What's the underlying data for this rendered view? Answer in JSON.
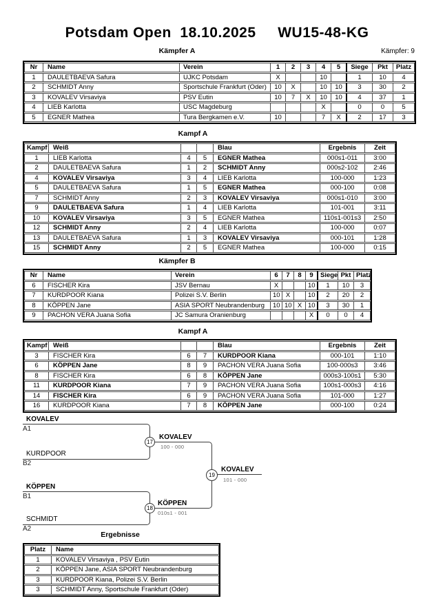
{
  "header": {
    "title": "Potsdam Open  18.10.2025     WU15-48-KG",
    "fighters_count": "Kämpfer: 9"
  },
  "pool_a": {
    "heading": "Kämpfer A",
    "table": {
      "headers": [
        "Nr",
        "Name",
        "Verein",
        "1",
        "2",
        "3",
        "4",
        "5",
        "Siege",
        "Pkt",
        "Platz"
      ],
      "rows": [
        [
          "1",
          "DAULETBAEVA Safura",
          "UJKC Potsdam",
          "X",
          "",
          "",
          "10",
          "",
          "1",
          "10",
          "4"
        ],
        [
          "2",
          "SCHMIDT Anny",
          "Sportschule Frankfurt (Oder)",
          "10",
          "X",
          "",
          "10",
          "10",
          "3",
          "30",
          "2"
        ],
        [
          "3",
          "KOVALEV  Virsaviya",
          "PSV Eutin",
          "10",
          "7",
          "X",
          "10",
          "10",
          "4",
          "37",
          "1"
        ],
        [
          "4",
          "LIEB Karlotta",
          "USC Magdeburg",
          "",
          "",
          "",
          "X",
          "",
          "0",
          "0",
          "5"
        ],
        [
          "5",
          "EGNER Mathea",
          "Tura Bergkamen e.V.",
          "10",
          "",
          "",
          "7",
          "X",
          "2",
          "17",
          "3"
        ]
      ]
    }
  },
  "bouts_a1": {
    "heading": "Kampf A",
    "table": {
      "headers": [
        "Kampf",
        "Weiß",
        "",
        "",
        "Blau",
        "Ergebnis",
        "Zeit"
      ],
      "rows": [
        [
          "1",
          "LIEB Karlotta",
          "4",
          "5",
          {
            "t": "EGNER Mathea",
            "b": 1
          },
          "000s1-011",
          "3:00"
        ],
        [
          "2",
          "DAULETBAEVA Safura",
          "1",
          "2",
          {
            "t": "SCHMIDT Anny",
            "b": 1
          },
          "000s2-102",
          "2:46"
        ],
        [
          "4",
          {
            "t": "KOVALEV  Virsaviya",
            "b": 1
          },
          "3",
          "4",
          "LIEB Karlotta",
          "100-000",
          "1:23"
        ],
        [
          "5",
          "DAULETBAEVA Safura",
          "1",
          "5",
          {
            "t": "EGNER Mathea",
            "b": 1
          },
          "000-100",
          "0:08"
        ],
        [
          "7",
          "SCHMIDT Anny",
          "2",
          "3",
          {
            "t": "KOVALEV  Virsaviya",
            "b": 1
          },
          "000s1-010",
          "3:00"
        ],
        [
          "9",
          {
            "t": "DAULETBAEVA  Safura",
            "b": 1
          },
          "1",
          "4",
          "LIEB Karlotta",
          "101-001",
          "3:11"
        ],
        [
          "10",
          {
            "t": "KOVALEV  Virsaviya",
            "b": 1
          },
          "3",
          "5",
          "EGNER Mathea",
          "110s1-001s3",
          "2:50"
        ],
        [
          "12",
          {
            "t": "SCHMIDT Anny",
            "b": 1
          },
          "2",
          "4",
          "LIEB Karlotta",
          "100-000",
          "0:07"
        ],
        [
          "13",
          "DAULETBAEVA Safura",
          "1",
          "3",
          {
            "t": "KOVALEV  Virsaviya",
            "b": 1
          },
          "000-101",
          "1:28"
        ],
        [
          "15",
          {
            "t": "SCHMIDT Anny",
            "b": 1
          },
          "2",
          "5",
          "EGNER Mathea",
          "100-000",
          "0:15"
        ]
      ]
    }
  },
  "pool_b": {
    "heading": "Kämpfer B",
    "table": {
      "headers": [
        "Nr",
        "Name",
        "Verein",
        "6",
        "7",
        "8",
        "9",
        "Siege",
        "Pkt",
        "Platz"
      ],
      "rows": [
        [
          "6",
          "FISCHER Kira",
          "JSV Bernau",
          "X",
          "",
          "",
          "10",
          "1",
          "10",
          "3"
        ],
        [
          "7",
          "KURDPOOR Kiana",
          "Polizei S.V. Berlin",
          "10",
          "X",
          "",
          "10",
          "2",
          "20",
          "2"
        ],
        [
          "8",
          "KÖPPEN Jane",
          "ASIA SPORT Neubrandenburg",
          "10",
          "10",
          "X",
          "10",
          "3",
          "30",
          "1"
        ],
        [
          "9",
          "PACHON VERA Juana Sofia",
          "JC Samura Oranienburg",
          "",
          "",
          "",
          "X",
          "0",
          "0",
          "4"
        ]
      ]
    }
  },
  "bouts_a2": {
    "heading": "Kampf A",
    "table": {
      "headers": [
        "Kampf",
        "Weiß",
        "",
        "",
        "Blau",
        "Ergebnis",
        "Zeit"
      ],
      "rows": [
        [
          "3",
          "FISCHER Kira",
          "6",
          "7",
          {
            "t": "KURDPOOR Kiana",
            "b": 1
          },
          "000-101",
          "1:10"
        ],
        [
          "6",
          {
            "t": "KÖPPEN Jane",
            "b": 1
          },
          "8",
          "9",
          "PACHON VERA Juana Sofia",
          "100-000s3",
          "3:46"
        ],
        [
          "8",
          "FISCHER Kira",
          "6",
          "8",
          {
            "t": "KÖPPEN Jane",
            "b": 1
          },
          "000s3-100s1",
          "5:30"
        ],
        [
          "11",
          {
            "t": "KURDPOOR Kiana",
            "b": 1
          },
          "7",
          "9",
          "PACHON VERA Juana Sofia",
          "100s1-000s3",
          "4:16"
        ],
        [
          "14",
          {
            "t": "FISCHER Kira",
            "b": 1
          },
          "6",
          "9",
          "PACHON VERA Juana Sofia",
          "101-000",
          "1:27"
        ],
        [
          "16",
          "KURDPOOR Kiana",
          "7",
          "8",
          {
            "t": "KÖPPEN Jane",
            "b": 1
          },
          "000-100",
          "0:24"
        ]
      ]
    }
  },
  "bracket": {
    "semi1": {
      "top": {
        "name": "KOVALEV",
        "seed": "A1"
      },
      "bottom": {
        "name": "KURDPOOR",
        "seed": "B2"
      },
      "match_no": "17",
      "winner": "KOVALEV",
      "score": "100 - 000"
    },
    "semi2": {
      "top": {
        "name": "KÖPPEN",
        "seed": "B1"
      },
      "bottom": {
        "name": "SCHMIDT",
        "seed": "A2"
      },
      "match_no": "18",
      "winner": "KÖPPEN",
      "score": "010s1 - 001"
    },
    "final": {
      "match_no": "19",
      "winner": "KOVALEV",
      "score": "101 - 000"
    }
  },
  "results": {
    "heading": "Ergebnisse",
    "table": {
      "headers": [
        "Platz",
        "Name"
      ],
      "rows": [
        [
          "1",
          "KOVALEV  Virsaviya , PSV Eutin"
        ],
        [
          "2",
          "KÖPPEN Jane, ASIA SPORT Neubrandenburg"
        ],
        [
          "3",
          "KURDPOOR Kiana, Polizei S.V. Berlin"
        ],
        [
          "3",
          "SCHMIDT Anny, Sportschule Frankfurt (Oder)"
        ]
      ]
    }
  }
}
